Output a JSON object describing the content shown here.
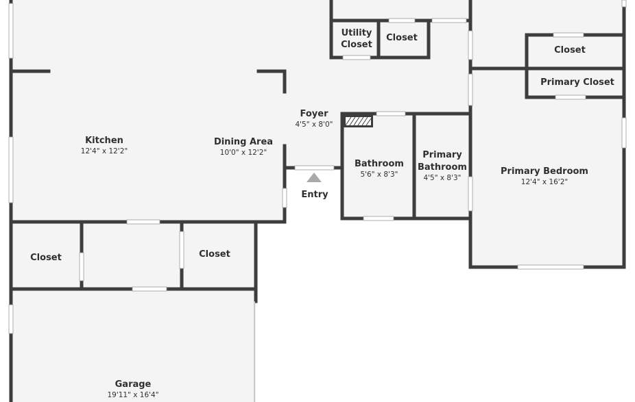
{
  "floorplan": {
    "colors": {
      "wall": "#3d3d3d",
      "floor": "#f4f4f4",
      "window": "#ffffff",
      "text": "#2f2f2f",
      "entry_marker": "#a9a9a9"
    },
    "rooms": {
      "kitchen": {
        "name": "Kitchen",
        "dims": "12'4\" x 12'2\""
      },
      "dining": {
        "name": "Dining Area",
        "dims": "10'0\" x 12'2\""
      },
      "foyer": {
        "name": "Foyer",
        "dims": "4'5\" x 8'0\""
      },
      "utility_closet": {
        "name_line1": "Utility",
        "name_line2": "Closet"
      },
      "closet_top": {
        "name": "Closet"
      },
      "closet_right_top": {
        "name": "Closet"
      },
      "primary_closet": {
        "name": "Primary Closet"
      },
      "bathroom": {
        "name": "Bathroom",
        "dims": "5'6\" x 8'3\""
      },
      "primary_bathroom": {
        "name_line1": "Primary",
        "name_line2": "Bathroom",
        "dims": "4'5\" x 8'3\""
      },
      "primary_bedroom": {
        "name": "Primary Bedroom",
        "dims": "12'4\" x 16'2\""
      },
      "closet_left": {
        "name": "Closet"
      },
      "closet_mid": {
        "name": "Closet"
      },
      "garage": {
        "name": "Garage",
        "dims": "19'11\" x 16'4\""
      }
    },
    "entry": {
      "label": "Entry",
      "icon": "entry-arrow-icon"
    }
  }
}
